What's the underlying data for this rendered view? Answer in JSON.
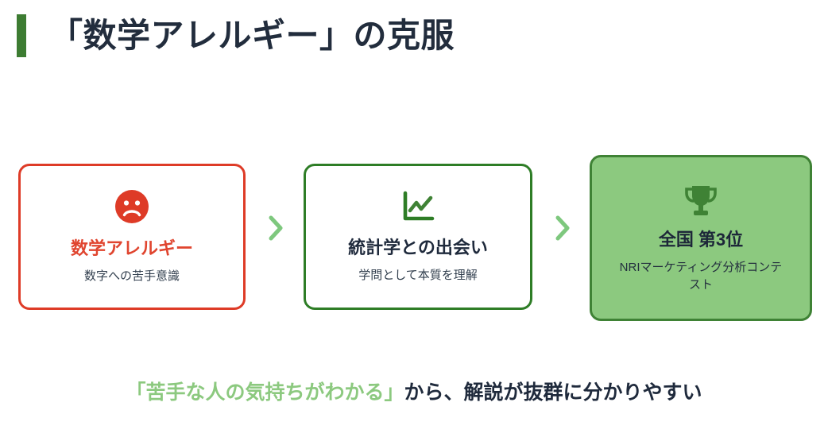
{
  "page": {
    "title": "「数学アレルギー」の克服",
    "accent_bar_color": "#3d7c32",
    "title_color": "#222d3d"
  },
  "flow": {
    "arrow_icon_name": "chevron-right-icon",
    "arrow_color": "#7ec87e",
    "cards": [
      {
        "icon": "frowning-face-icon",
        "title": "数学アレルギー",
        "subtitle": "数字への苦手意識",
        "border_color": "#de3b27",
        "background_color": "#ffffff",
        "title_color": "#e0452f"
      },
      {
        "icon": "line-chart-icon",
        "title": "統計学との出会い",
        "subtitle": "学問として本質を理解",
        "border_color": "#2e7d26",
        "background_color": "#ffffff",
        "title_color": "#1f2a3c"
      },
      {
        "icon": "trophy-icon",
        "title": "全国 第3位",
        "subtitle": "NRIマーケティング分析コンテスト",
        "border_color": "#3f8235",
        "background_color": "#8cc97f",
        "title_color": "#1d2739"
      }
    ]
  },
  "caption": {
    "accent_text": "「苦手な人の気持ちがわかる」",
    "rest_text": "から、解説が抜群に分かりやすい",
    "accent_color": "#8cc97f",
    "rest_color": "#1f2a3c"
  }
}
